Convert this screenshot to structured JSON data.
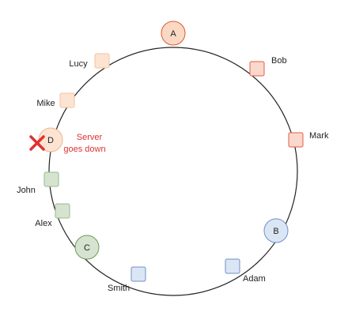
{
  "diagram": {
    "servers": [
      {
        "label": "A",
        "fill": "#fad9c4",
        "stroke": "#e0552b"
      },
      {
        "label": "B",
        "fill": "#dbe6f5",
        "stroke": "#6f8fc7"
      },
      {
        "label": "C",
        "fill": "#d5e3cf",
        "stroke": "#6d9a5c"
      },
      {
        "label": "D",
        "fill": "#fde4d2",
        "stroke": "#f0b48a"
      }
    ],
    "keys": [
      {
        "label": "Bob",
        "server": "A",
        "fill": "#fbd8cc",
        "stroke": "#e05c45"
      },
      {
        "label": "Mark",
        "server": "A",
        "fill": "#fbd8cc",
        "stroke": "#e05c45"
      },
      {
        "label": "Adam",
        "server": "B",
        "fill": "#dbe6f5",
        "stroke": "#6f8fc7"
      },
      {
        "label": "Smith",
        "server": "B",
        "fill": "#dbe6f5",
        "stroke": "#6f8fc7"
      },
      {
        "label": "Alex",
        "server": "C",
        "fill": "#d5e3cf",
        "stroke": "#9ab98c"
      },
      {
        "label": "John",
        "server": "C",
        "fill": "#d5e3cf",
        "stroke": "#9ab98c"
      },
      {
        "label": "Mike",
        "server": "D",
        "fill": "#fde4d2",
        "stroke": "#f3c09c"
      },
      {
        "label": "Lucy",
        "server": "D",
        "fill": "#fde4d2",
        "stroke": "#f3c09c"
      }
    ],
    "failed_server": "D",
    "failure_note": [
      "Server",
      "goes down"
    ],
    "failure_color": "#e03131",
    "failure_icon": "cross-mark-icon"
  }
}
